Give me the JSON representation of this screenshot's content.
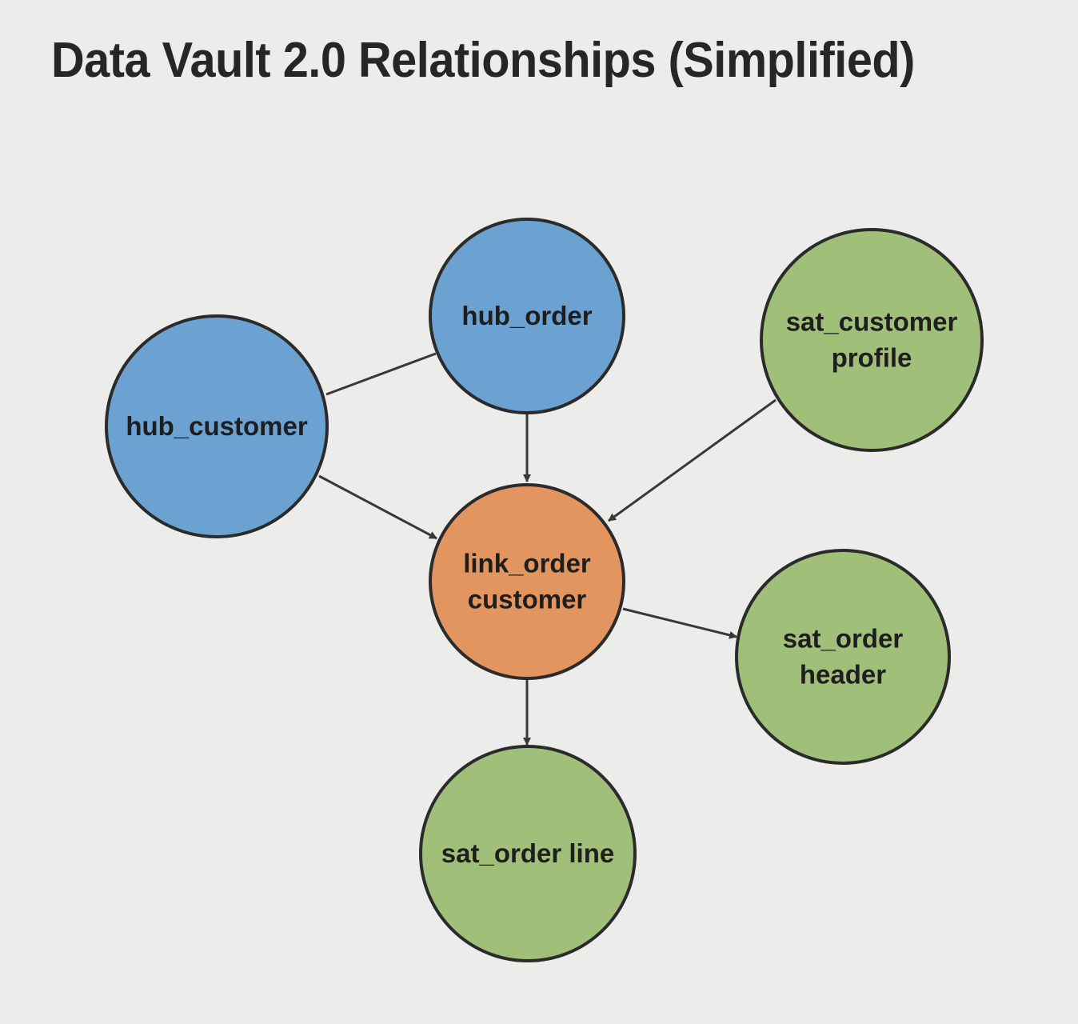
{
  "title": "Data Vault 2.0 Relationships (Simplified)",
  "colors": {
    "hub": "#6ca2d2",
    "link": "#e3955f",
    "satellite": "#a0bf79",
    "stroke": "#2b2b2b",
    "edge": "#383838",
    "background": "#ececeb"
  },
  "nodes": [
    {
      "id": "hub_customer",
      "type": "hub",
      "label_lines": [
        "hub_customer"
      ]
    },
    {
      "id": "hub_order",
      "type": "hub",
      "label_lines": [
        "hub_order"
      ]
    },
    {
      "id": "sat_customer_profile",
      "type": "satellite",
      "label_lines": [
        "sat_customer",
        "profile"
      ]
    },
    {
      "id": "link_order_customer",
      "type": "link",
      "label_lines": [
        "link_order",
        "customer"
      ]
    },
    {
      "id": "sat_order_header",
      "type": "satellite",
      "label_lines": [
        "sat_order",
        "header"
      ]
    },
    {
      "id": "sat_order_line",
      "type": "satellite",
      "label_lines": [
        "sat_order line"
      ]
    }
  ],
  "edges": [
    {
      "from": "hub_customer",
      "to": "hub_order",
      "directed": false
    },
    {
      "from": "hub_order",
      "to": "link_order_customer",
      "directed": true
    },
    {
      "from": "hub_customer",
      "to": "link_order_customer",
      "directed": true
    },
    {
      "from": "sat_customer_profile",
      "to": "link_order_customer",
      "directed": true
    },
    {
      "from": "link_order_customer",
      "to": "sat_order_header",
      "directed": true
    },
    {
      "from": "link_order_customer",
      "to": "sat_order_line",
      "directed": true
    }
  ]
}
